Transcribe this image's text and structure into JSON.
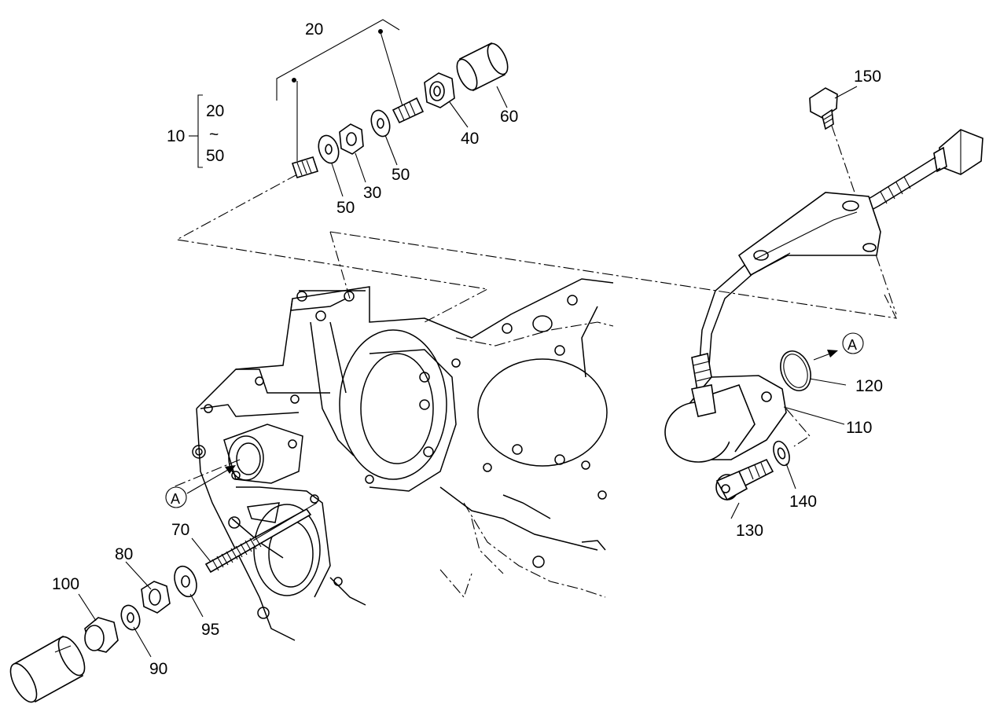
{
  "callouts": {
    "c10": "10",
    "c20a": "20",
    "c20b": "20",
    "tilde": "~",
    "c50a": "50",
    "c50b": "50",
    "c50c": "50",
    "c30": "30",
    "c40": "40",
    "c60": "60",
    "c70": "70",
    "c80": "80",
    "c90": "90",
    "c95": "95",
    "c100": "100",
    "c110": "110",
    "c120": "120",
    "c130": "130",
    "c140": "140",
    "c150": "150",
    "refA1": "A",
    "refA2": "A"
  }
}
